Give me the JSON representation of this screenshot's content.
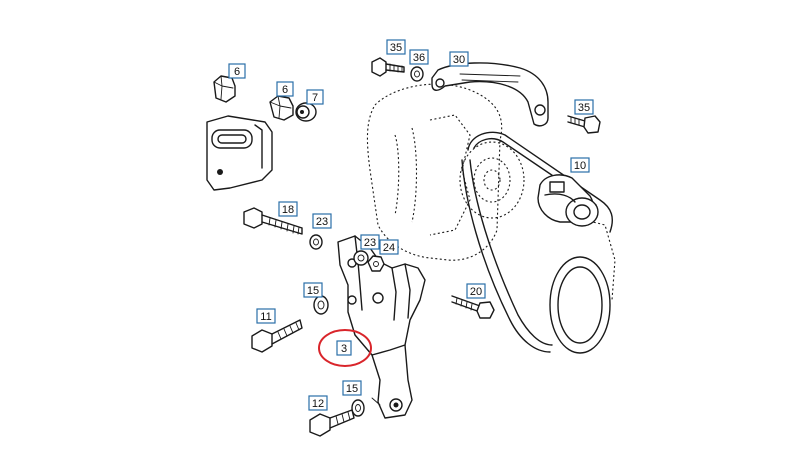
{
  "highlight_color": "#d9252b",
  "callout_color": "#2a6fa8",
  "callouts": [
    {
      "id": "c-35a",
      "label": "35"
    },
    {
      "id": "c-36",
      "label": "36"
    },
    {
      "id": "c-30",
      "label": "30"
    },
    {
      "id": "c-6a",
      "label": "6"
    },
    {
      "id": "c-6b",
      "label": "6"
    },
    {
      "id": "c-7",
      "label": "7"
    },
    {
      "id": "c-35b",
      "label": "35"
    },
    {
      "id": "c-10",
      "label": "10"
    },
    {
      "id": "c-18",
      "label": "18"
    },
    {
      "id": "c-23a",
      "label": "23"
    },
    {
      "id": "c-23b",
      "label": "23"
    },
    {
      "id": "c-24",
      "label": "24"
    },
    {
      "id": "c-15a",
      "label": "15"
    },
    {
      "id": "c-20",
      "label": "20"
    },
    {
      "id": "c-11",
      "label": "11"
    },
    {
      "id": "c-3",
      "label": "3"
    },
    {
      "id": "c-15b",
      "label": "15"
    },
    {
      "id": "c-12",
      "label": "12"
    }
  ]
}
